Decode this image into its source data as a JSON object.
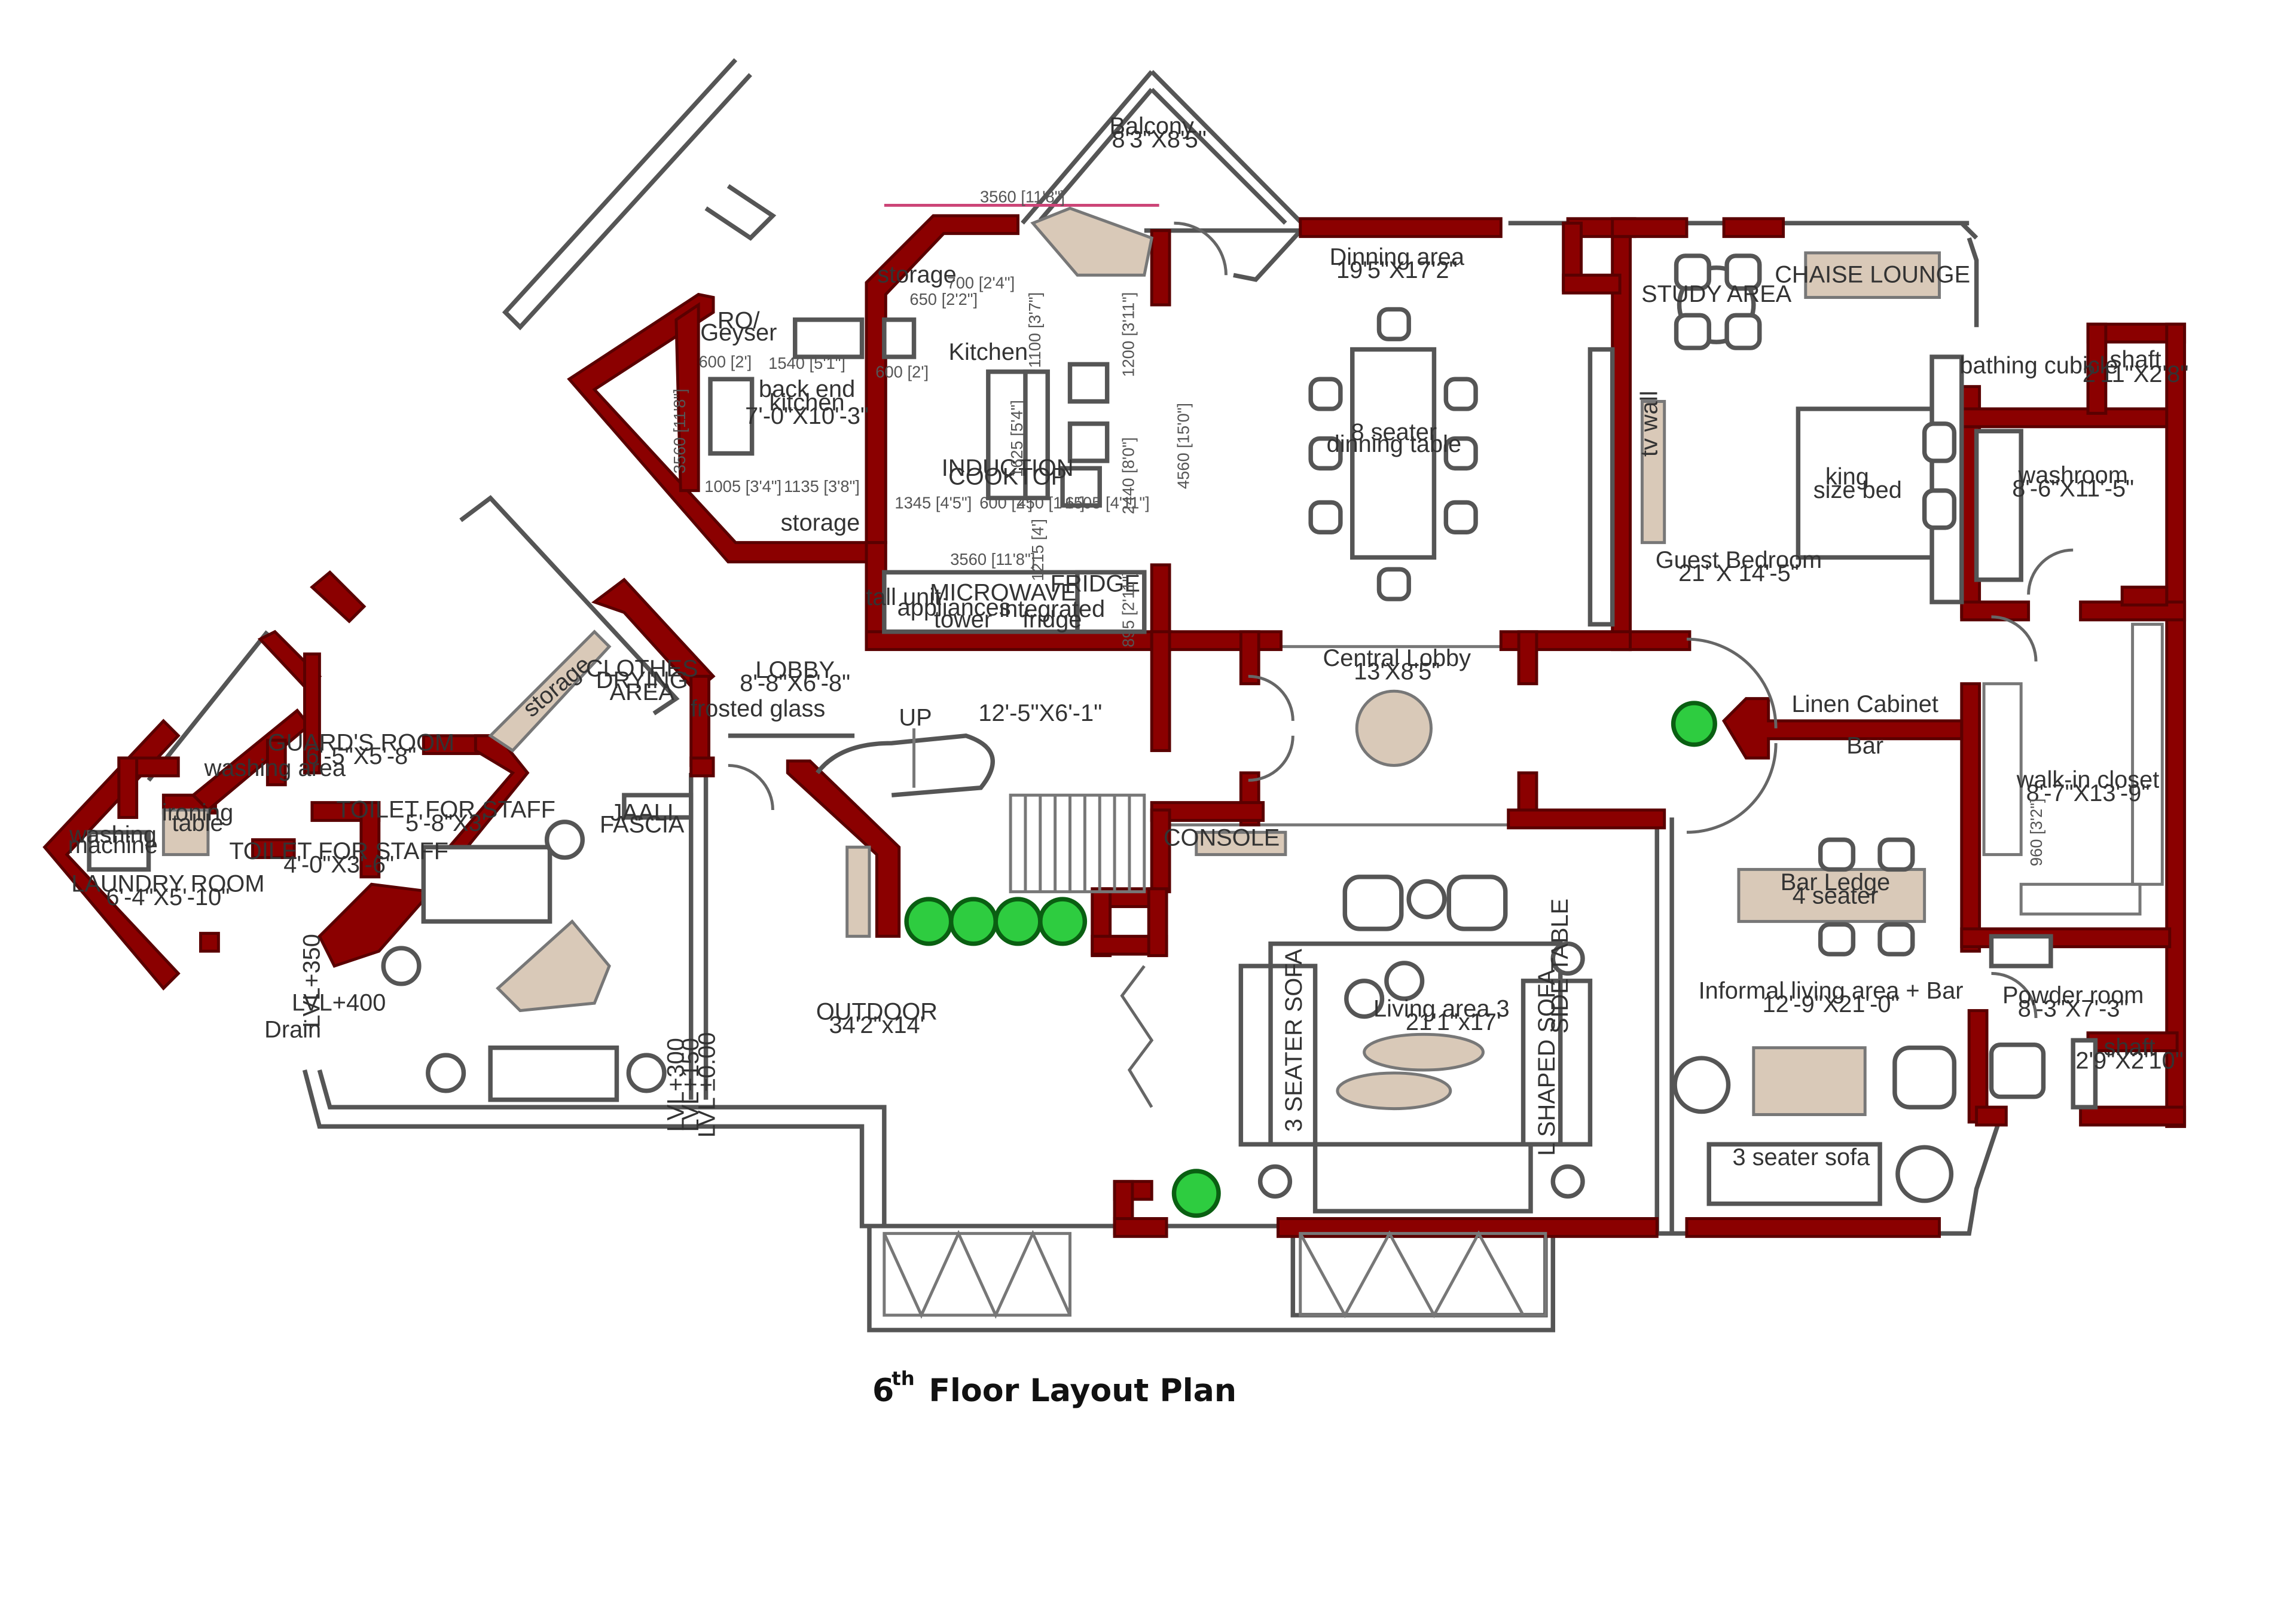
{
  "title": {
    "ordinal": "6",
    "sup": "th",
    "text": "Floor Layout Plan"
  },
  "colors": {
    "wall": "#8b0000",
    "line": "#555555",
    "plant": "#2ecc40",
    "hatch": "#d9c9b8"
  },
  "rooms": {
    "balcony": {
      "name": "Balcony",
      "size": "8'3\"X8'5\""
    },
    "dinning": {
      "name": "Dinning area",
      "size": "19'5\"X17'2\""
    },
    "dinning_table": {
      "name": "8 seater",
      "size": "dinning table"
    },
    "study": "STUDY AREA",
    "chaise": "CHAISE LOUNGE",
    "bathing": "bathing cubicle",
    "shaft1": {
      "name": "shaft",
      "size": "2'11\"X2'8\""
    },
    "washroom": {
      "name": "washroom",
      "size": "8'-6\"X11'-5\""
    },
    "bed": {
      "name": "king",
      "size": "size bed"
    },
    "guest": {
      "name": "Guest Bedroom",
      "size": "21' X 14'-5\""
    },
    "tv_wall": "tv wall",
    "kitchen": "Kitchen",
    "ro": {
      "name": "RO/",
      "size": "Geyser"
    },
    "backend": {
      "name": "back end",
      "name2": "kitchen",
      "size": "7'-0\"X10'-3\""
    },
    "storage_k1": "storage",
    "storage_k2": "storage",
    "induction": {
      "name": "INDUCTION",
      "name2": "COOKTOP"
    },
    "tall_unit": "tall unit",
    "appliances": {
      "name": "appliances",
      "name2": "tower"
    },
    "microwave": "MICROWAVE",
    "integrated": {
      "name": "integrated",
      "name2": "fridge"
    },
    "fridge": "FRIDGE",
    "lobby": {
      "name": "LOBBY",
      "size": "8'-8\"X6'-8\""
    },
    "central_lobby": {
      "name": "Central Lobby",
      "size": "13'X8'5\""
    },
    "frosted": "frosted glass",
    "stair_dim": "12'-5\"X6'-1\"",
    "up": "UP",
    "linen": "Linen Cabinet",
    "bar": "Bar",
    "walkin": {
      "name": "walk-in closet",
      "size": "8'-7\"X13'-9\""
    },
    "bar_ledge": {
      "name": "Bar Ledge",
      "size": "4 seater"
    },
    "informal": {
      "name": "Informal living area + Bar",
      "size": "12'-9\"X21'-0\""
    },
    "powder": {
      "name": "Powder room",
      "size": "8'-3\"X7'-3\""
    },
    "shaft2": {
      "name": "shaft",
      "size": "2'9\"X2'10\""
    },
    "sofa3": "3 seater sofa",
    "living3": {
      "name": "Living area 3",
      "size": "21'1\"x17'"
    },
    "sofa_3seater_v": "3 SEATER SOFA",
    "l_sofa": "L SHAPED SOFA",
    "side_table": "SIDE TABLE",
    "console": "CONSOLE",
    "outdoor": {
      "name": "OUTDOOR",
      "size": "34'2\"x14'"
    },
    "clothes": {
      "name": "CLOTHES",
      "name2": "DRYING",
      "name3": "AREA"
    },
    "storage_l": "storage",
    "guard": {
      "name": "GUARD'S ROOM",
      "size": "6'-5\"X5'-8\""
    },
    "toilet_staff1": {
      "name": "TOILET FOR STAFF",
      "size": "5'-8\"X3'"
    },
    "toilet_staff2": {
      "name": "TOILET FOR STAFF",
      "size": "4'-0\"X3'-6\""
    },
    "washing_area": "washing area",
    "ironing": {
      "name": "ironing",
      "name2": "table"
    },
    "washing_machine": {
      "name": "washing",
      "name2": "machine"
    },
    "laundry": {
      "name": "LAUNDRY ROOM",
      "size": "6'-4\"X5'-10\""
    },
    "jaali": {
      "name": "JAALI",
      "name2": "FASCIA"
    },
    "drain": "Drain",
    "lvl_350": "LVL+350",
    "lvl_400": "LVL+400",
    "lvl_300": "LVL+300",
    "lvl_150": "LVL+150",
    "lvl_000": "LVL ±0.00"
  },
  "dimensions": {
    "d3560_top": "3560 [11'8\"]",
    "d700": "700 [2'4\"]",
    "d650": "650 [2'2\"]",
    "d600_a": "600 [2']",
    "d600_b": "600 [2']",
    "d600_c": "600 [2']",
    "d1540": "1540 [5'1\"]",
    "d1005": "1005 [3'4\"]",
    "d1135": "1135 [3'8\"]",
    "d1345": "1345 [4'5\"]",
    "d450": "450 [1'6\"]",
    "d1505": "1505 [4'11\"]",
    "d3560_bot": "3560 [11'8\"]",
    "d1100": "1100 [3'7\"]",
    "d1200": "1200 [3'11\"]",
    "d1625": "1625 [5'4\"]",
    "d2440": "2440 [8'0\"]",
    "d4560": "4560 [15'0\"]",
    "d895": "895 [2'11\"]",
    "d1215": "1215 [4']",
    "d960": "960 [3'2\"]",
    "d3560_v": "3560 [11'8\"]"
  }
}
